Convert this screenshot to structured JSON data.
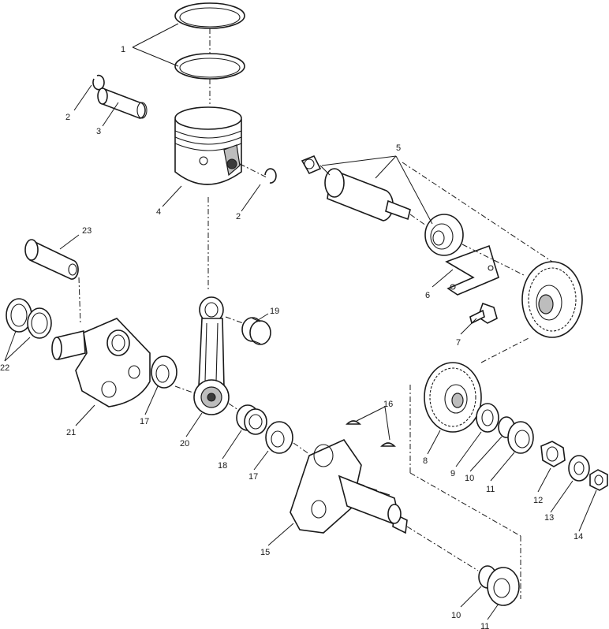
{
  "callouts": [
    {
      "id": "c1",
      "text": "1"
    },
    {
      "id": "c2a",
      "text": "2"
    },
    {
      "id": "c3",
      "text": "3"
    },
    {
      "id": "c4",
      "text": "4"
    },
    {
      "id": "c2b",
      "text": "2"
    },
    {
      "id": "c5",
      "text": "5"
    },
    {
      "id": "c6",
      "text": "6"
    },
    {
      "id": "c7",
      "text": "7"
    },
    {
      "id": "c23",
      "text": "23"
    },
    {
      "id": "c19",
      "text": "19"
    },
    {
      "id": "c22",
      "text": "22"
    },
    {
      "id": "c21",
      "text": "21"
    },
    {
      "id": "c17a",
      "text": "17"
    },
    {
      "id": "c20",
      "text": "20"
    },
    {
      "id": "c18",
      "text": "18"
    },
    {
      "id": "c17b",
      "text": "17"
    },
    {
      "id": "c16",
      "text": "16"
    },
    {
      "id": "c8",
      "text": "8"
    },
    {
      "id": "c9",
      "text": "9"
    },
    {
      "id": "c10a",
      "text": "10"
    },
    {
      "id": "c11a",
      "text": "11"
    },
    {
      "id": "c12",
      "text": "12"
    },
    {
      "id": "c13",
      "text": "13"
    },
    {
      "id": "c14",
      "text": "14"
    },
    {
      "id": "c15",
      "text": "15"
    },
    {
      "id": "c10b",
      "text": "10"
    },
    {
      "id": "c11b",
      "text": "11"
    }
  ]
}
